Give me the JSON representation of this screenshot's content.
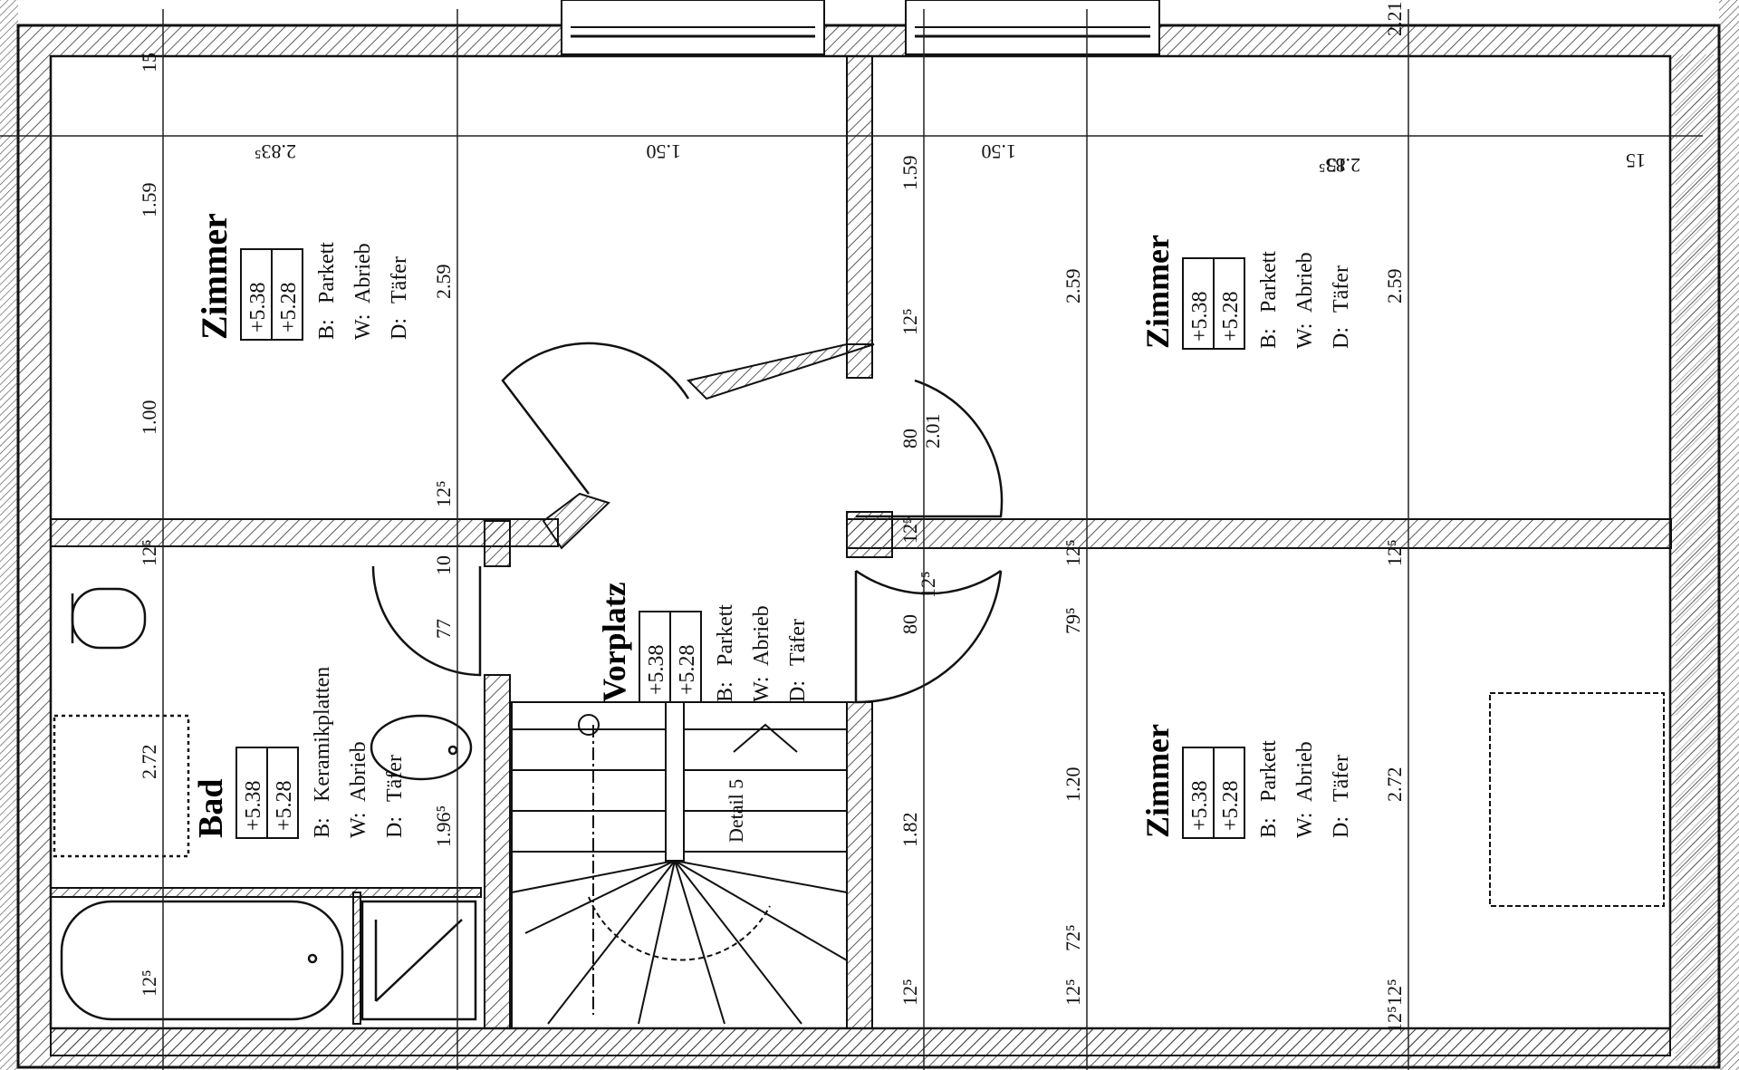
{
  "rooms": [
    {
      "title": "Zimmer",
      "level_top": "+5.38",
      "level_bottom": "+5.28",
      "finishes": [
        {
          "key": "B:",
          "value": "Parkett"
        },
        {
          "key": "W:",
          "value": "Abrieb"
        },
        {
          "key": "D:",
          "value": "Täfer"
        }
      ]
    },
    {
      "title": "Zimmer",
      "level_top": "+5.38",
      "level_bottom": "+5.28",
      "finishes": [
        {
          "key": "B:",
          "value": "Parkett"
        },
        {
          "key": "W:",
          "value": "Abrieb"
        },
        {
          "key": "D:",
          "value": "Täfer"
        }
      ]
    },
    {
      "title": "Zimmer",
      "level_top": "+5.38",
      "level_bottom": "+5.28",
      "finishes": [
        {
          "key": "B:",
          "value": "Parkett"
        },
        {
          "key": "W:",
          "value": "Abrieb"
        },
        {
          "key": "D:",
          "value": "Täfer"
        }
      ]
    },
    {
      "title": "Bad",
      "level_top": "+5.38",
      "level_bottom": "+5.28",
      "finishes": [
        {
          "key": "B:",
          "value": "Keramikplatten"
        },
        {
          "key": "W:",
          "value": "Abrieb"
        },
        {
          "key": "D:",
          "value": "Täfer"
        }
      ]
    },
    {
      "title": "Vorplatz",
      "level_top": "+5.38",
      "level_bottom": "+5.28",
      "finishes": [
        {
          "key": "B:",
          "value": "Parkett"
        },
        {
          "key": "W:",
          "value": "Abrieb"
        },
        {
          "key": "D:",
          "value": "Täfer"
        }
      ]
    }
  ],
  "stair_note": "Detail 5",
  "dimensions": [
    "15",
    "1.59",
    "1.00",
    "12⁵",
    "2.72",
    "12⁵",
    "2.83⁵",
    "2.59",
    "12⁵",
    "10",
    "77",
    "1.96⁵",
    "1.50",
    "1.50",
    "15",
    "1.59",
    "12⁵",
    "80",
    "2.01",
    "12⁵",
    "80",
    "1.82",
    "12⁵",
    "2.59",
    "12⁵",
    "79⁵",
    "1.20",
    "72⁵",
    "12⁵",
    "2.83⁵",
    "2.59",
    "12⁵",
    "2.72",
    "12⁵",
    "15",
    "2.21",
    "12⁵",
    "12⁵"
  ],
  "colors": {
    "line": "#111111",
    "hatch": "#333333",
    "paper": "#ffffff"
  }
}
